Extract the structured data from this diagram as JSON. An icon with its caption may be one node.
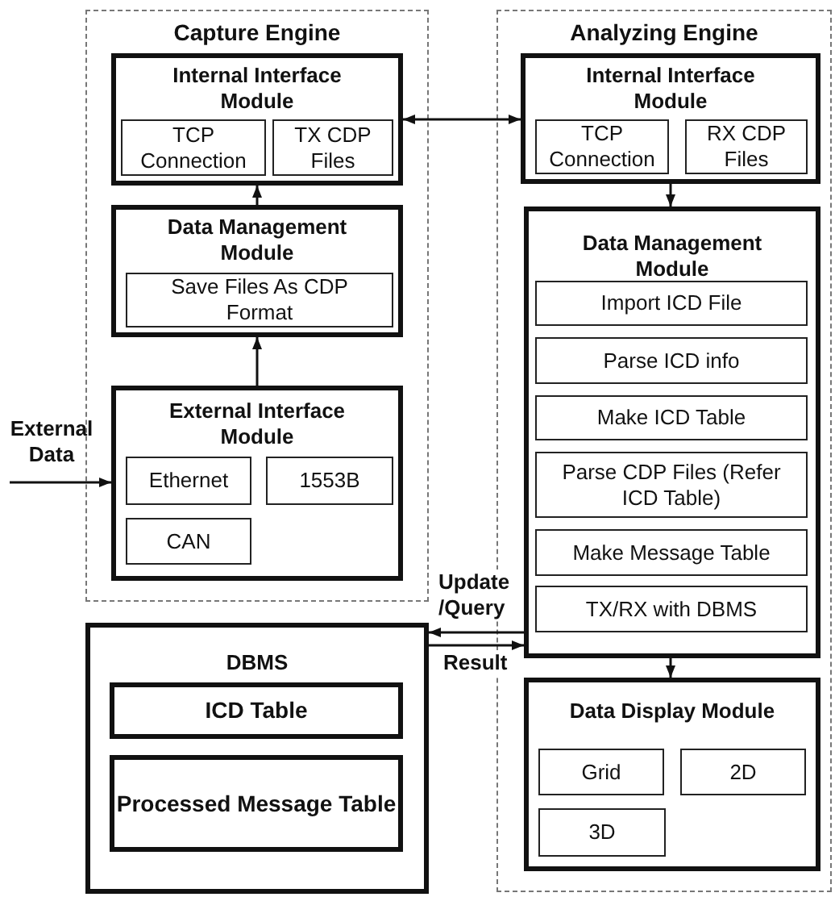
{
  "diagram": {
    "nodes": [
      {
        "text": [
          "Capture Engine"
        ]
      },
      {
        "text": [
          "Internal Interface Module"
        ],
        "in": 0
      },
      {
        "text": [
          "TCP Connection"
        ],
        "in": 1
      },
      {
        "text": [
          "TX CDP Files"
        ],
        "in": 1
      },
      {
        "text": [
          "Data Management Module"
        ],
        "in": 0
      },
      {
        "text": [
          "Save Files As CDP Format"
        ],
        "in": 4
      },
      {
        "text": [
          "External Interface Module"
        ],
        "in": 0
      },
      {
        "text": [
          "Ethernet"
        ],
        "in": 6
      },
      {
        "text": [
          "1553B"
        ],
        "in": 6
      },
      {
        "text": [
          "CAN"
        ],
        "in": 6
      },
      {
        "text": [
          "Analyzing Engine"
        ]
      },
      {
        "text": [
          "Internal Interface Module"
        ],
        "in": 10
      },
      {
        "text": [
          "TCP Connection"
        ],
        "in": 11
      },
      {
        "text": [
          "RX CDP Files"
        ],
        "in": 11
      },
      {
        "text": [
          "Data Management Module"
        ],
        "in": 10
      },
      {
        "text": [
          "Import ICD File"
        ],
        "in": 14
      },
      {
        "text": [
          "Parse ICD info"
        ],
        "in": 14
      },
      {
        "text": [
          "Make ICD Table"
        ],
        "in": 14
      },
      {
        "text": [
          "Parse CDP Files (Refer ICD Table)"
        ],
        "in": 14
      },
      {
        "text": [
          "Make Message Table"
        ],
        "in": 14
      },
      {
        "text": [
          "TX/RX with DBMS"
        ],
        "in": 14
      },
      {
        "text": [
          "Data Display Module"
        ],
        "in": 10
      },
      {
        "text": [
          "Grid"
        ],
        "in": 21
      },
      {
        "text": [
          "2D"
        ],
        "in": 21
      },
      {
        "text": [
          "3D"
        ],
        "in": 21
      },
      {
        "text": [
          "External Data"
        ]
      },
      {
        "text": [
          "DBMS"
        ]
      },
      {
        "text": [
          "ICD Table"
        ],
        "in": 26
      },
      {
        "text": [
          "Processed Message Table"
        ],
        "in": 26
      }
    ],
    "edges": [
      {
        "from": 1,
        "to": 11,
        "arrow": "both"
      },
      {
        "from": 4,
        "to": 1,
        "arrow": "to"
      },
      {
        "from": 6,
        "to": 4,
        "arrow": "to"
      },
      {
        "from": 25,
        "to": 6,
        "arrow": "to"
      },
      {
        "from": 11,
        "to": 14,
        "arrow": "to"
      },
      {
        "from": 14,
        "to": 21,
        "arrow": "to"
      },
      {
        "from": 14,
        "to": 26,
        "arrow": "to",
        "label": "Update /Query"
      },
      {
        "from": 26,
        "to": 14,
        "arrow": "to",
        "label": "Result"
      }
    ]
  }
}
